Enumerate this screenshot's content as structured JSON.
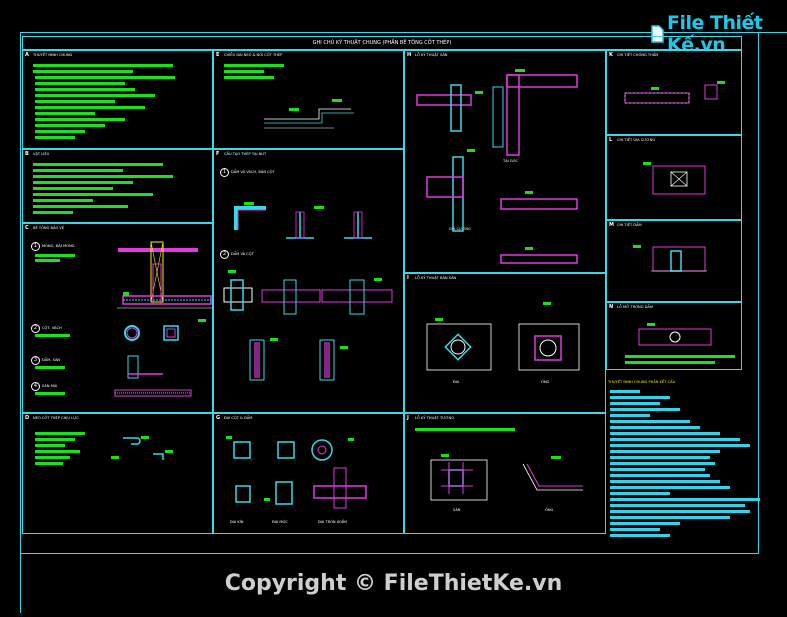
{
  "logo": {
    "text": "File Thiết Kế.vn"
  },
  "copyright": "Copyright © FileThietKe.vn",
  "sheet_title": "GHI CHÚ KỸ THUẬT CHUNG (PHẦN BÊ TÔNG CỐT THÉP)",
  "sections": {
    "A": {
      "letter": "A",
      "title": "THUYẾT MINH CHUNG"
    },
    "B": {
      "letter": "B",
      "title": "VẬT LIỆU"
    },
    "C": {
      "letter": "C",
      "title": "BÊ TÔNG BẢO VỆ"
    },
    "D": {
      "letter": "D",
      "title": "NEO CỐT THÉP CHỊU LỰC"
    },
    "E": {
      "letter": "E",
      "title": "CHIỀU DÀI NEO & NỐI CỐT THÉP"
    },
    "F": {
      "letter": "F",
      "title": "CẤU TẠO THÉP TẠI NÚT"
    },
    "G": {
      "letter": "G",
      "title": "ĐAI CỘT & DẦM"
    },
    "H": {
      "letter": "H",
      "title": "LỖ KỸ THUẬT SÀN"
    },
    "I": {
      "letter": "I",
      "title": "LỖ KỸ THUẬT BẢN SÀN"
    },
    "J": {
      "letter": "J",
      "title": "LỖ KỸ THUẬT TƯỜNG"
    },
    "K": {
      "letter": "K",
      "title": "CHI TIẾT CHỐNG THẤM"
    },
    "L": {
      "letter": "L",
      "title": "CHI TIẾT GIA CƯỜNG"
    },
    "M": {
      "letter": "M",
      "title": "CHI TIẾT DẦM"
    },
    "N": {
      "letter": "N",
      "title": "LỖ MỞ TRONG DẦM"
    }
  },
  "labels": {
    "c1": "MÓNG, ĐÀI MÓNG",
    "c2": "CỘT, VÁCH",
    "c3": "DẦM, SÀN",
    "c4": "SÀN MÁI",
    "f1": "DẦM VÀ VÁCH, BẢN CỘT",
    "f2": "DẦM VÀ CỘT",
    "g_caption1": "ĐAI KÍN",
    "g_caption2": "ĐAI MÓC",
    "g_caption3": "ĐAI TRÒN XOẮN",
    "h_caption1": "TẠI GÓC",
    "h_caption2": "GIA CƯỜNG",
    "i_caption1": "ĐAI",
    "i_caption2": "ỐNG",
    "j_caption1": "SÀN",
    "j_caption2": "ỐNG",
    "right_note": "THUYẾT MINH CHUNG PHẦN KẾT CẤU"
  },
  "colors": {
    "frame": "#3ad7e8",
    "note": "#1de01d",
    "rebar": "#e03ae0",
    "highlight": "#ffea00"
  }
}
